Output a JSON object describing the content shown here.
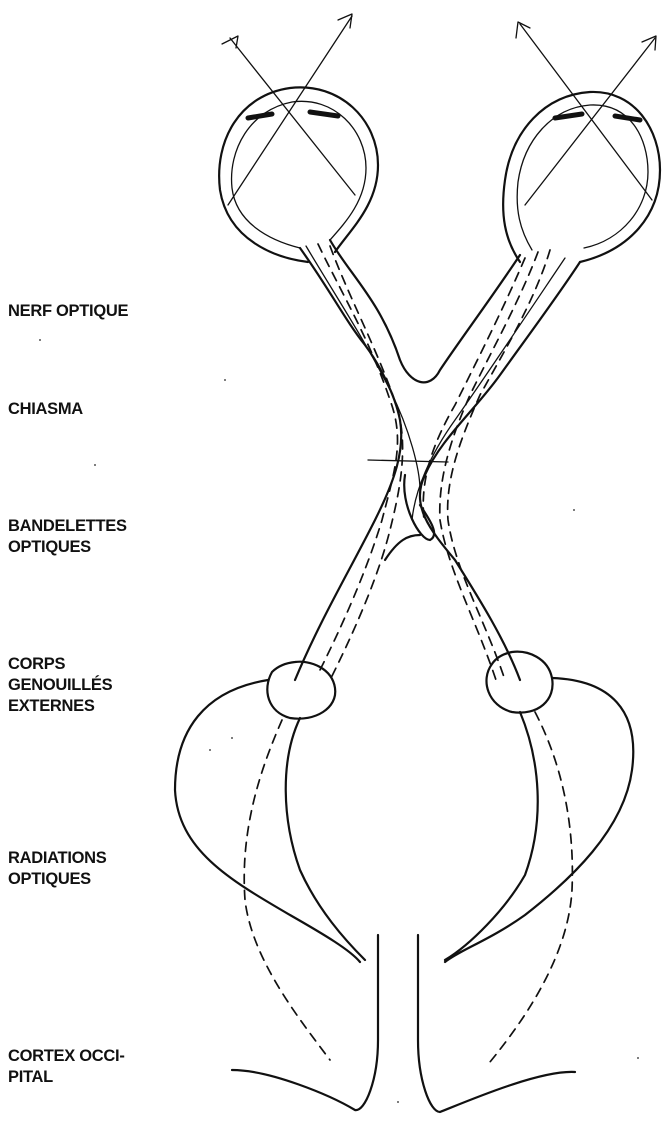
{
  "labels": {
    "nerf_optique": "NERF OPTIQUE",
    "chiasma": "CHIASMA",
    "bandelettes_optiques": "BANDELETTES\nOPTIQUES",
    "corps_genouilles": "CORPS\nGENOUILLÉS\nEXTERNES",
    "radiations_optiques": "RADIATIONS\nOPTIQUES",
    "cortex_occipital": "CORTEX OCCI-\nPITAL"
  },
  "colors": {
    "ink": "#111111",
    "paper": "#ffffff"
  }
}
